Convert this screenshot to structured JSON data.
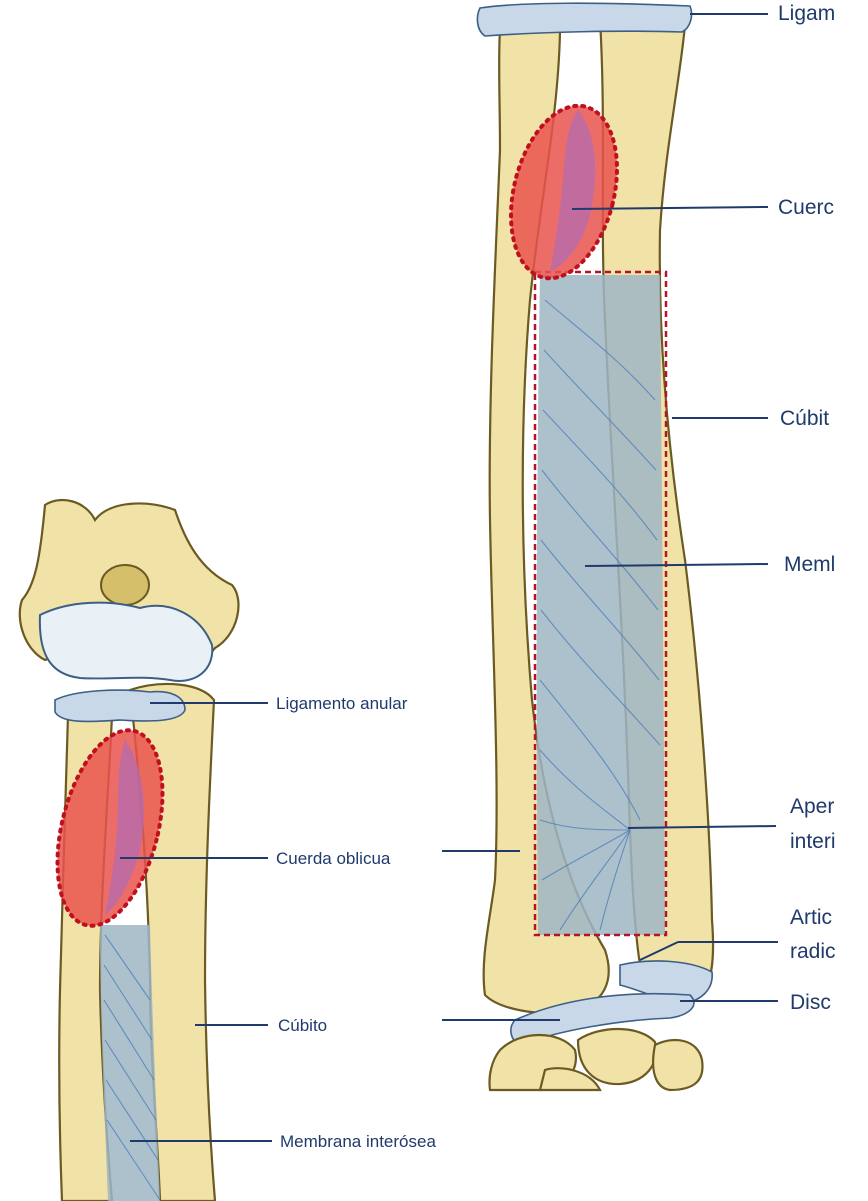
{
  "left_figure": {
    "labels": {
      "ligamento_anular": "Ligamento anular",
      "cuerda_oblicua": "Cuerda oblicua",
      "cubito": "Cúbito",
      "membrana_interosea": "Membrana interósea"
    }
  },
  "right_figure": {
    "labels": {
      "ligamento": "Ligam",
      "cuerda": "Cuerc",
      "cubito": "Cúbit",
      "membrana": "Meml",
      "apertura_line1": "Aper",
      "apertura_line2": "interi",
      "articulacion_line1": "Artic",
      "articulacion_line2": "radic",
      "disco": "Disc"
    }
  },
  "colors": {
    "label_text": "#1f3a6b",
    "highlight_red": "#e9544e",
    "highlight_outline": "#c0101e",
    "bone": "#f1e3a8",
    "membrane": "#9fb6c4"
  }
}
